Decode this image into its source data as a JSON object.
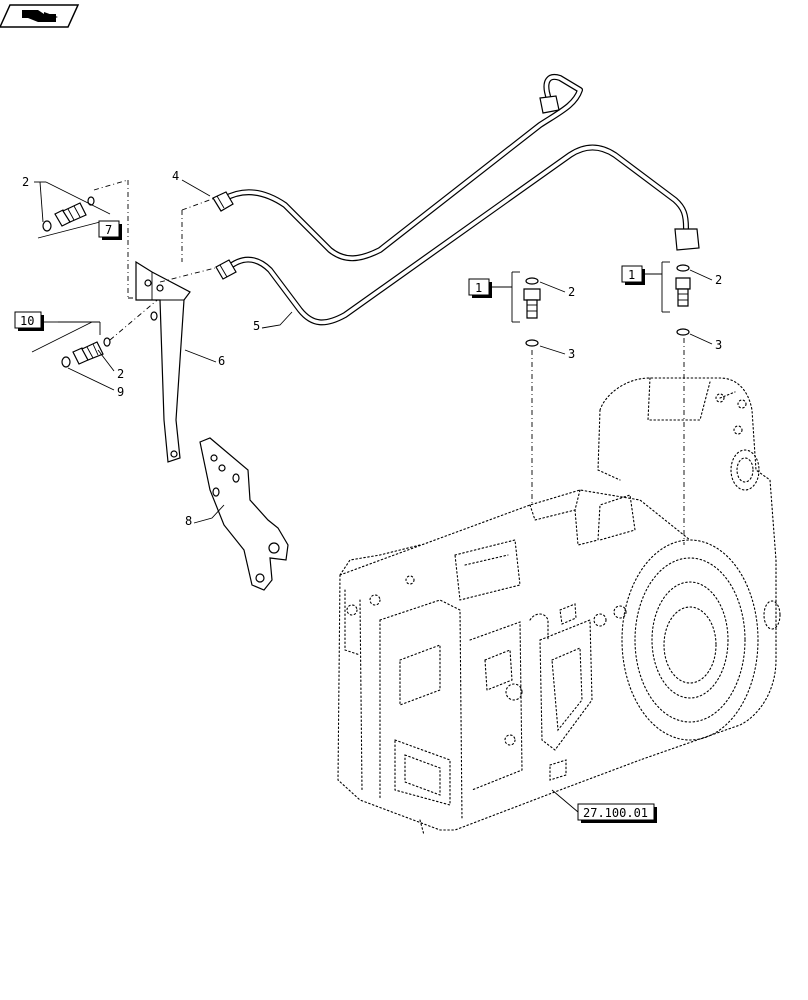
{
  "labels": {
    "item_2a": "2",
    "item_2b": "2",
    "item_2c": "2",
    "item_2d": "2",
    "item_3a": "3",
    "item_3b": "3",
    "item_4": "4",
    "item_5": "5",
    "item_6": "6",
    "item_8": "8",
    "item_9": "9"
  },
  "refs": {
    "ref_7": "7",
    "ref_10": "10",
    "ref_1a": "1",
    "ref_1b": "1",
    "ref_transmission": "27.100.01"
  },
  "icons": {
    "nav": "back-page-arrow-icon"
  }
}
